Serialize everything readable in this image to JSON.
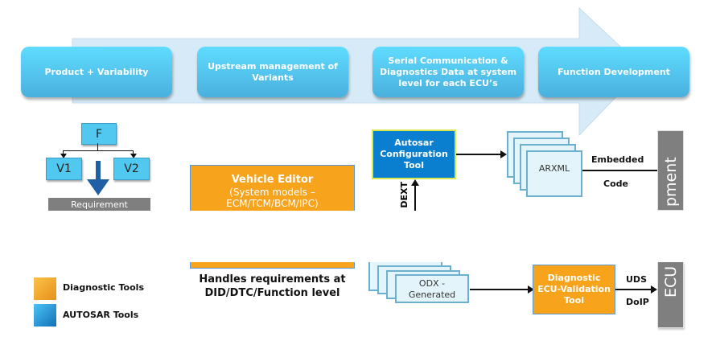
{
  "process_arrow": {
    "stages": [
      {
        "label": "Product + Variability"
      },
      {
        "label": "Upstream management of Variants"
      },
      {
        "label": "Serial Communication & Diagnostics Data at system level for each ECU’s"
      },
      {
        "label": "Function Development"
      }
    ]
  },
  "variability_tree": {
    "root": "F",
    "children": [
      "V1",
      "V2"
    ],
    "output_label": "Requirement"
  },
  "vehicle_editor": {
    "title": "Vehicle Editor",
    "subtitle_line1": "(System models –",
    "subtitle_line2": "ECM/TCM/BCM/IPC)",
    "caption_line1": "Handles requirements at",
    "caption_line2": "DID/DTC/Function level"
  },
  "autosar_tool": {
    "label": "Autosar Configuration Tool",
    "input_label": "DEXT"
  },
  "arxml": {
    "label": "ARXML",
    "output_label_top": "Embedded",
    "output_label_bottom": "Code"
  },
  "odx": {
    "label_line1": "ODX -",
    "label_line2": "Generated"
  },
  "diagnostic_tool": {
    "label_line1": "Diagnostic",
    "label_line2": "ECU-Validation",
    "label_line3": "Tool",
    "output_label_top": "UDS",
    "output_label_bottom": "DoIP"
  },
  "right_bars": {
    "top_label": "pment",
    "bottom_label": "ECU"
  },
  "legend": {
    "items": [
      {
        "label": "Diagnostic Tools",
        "color": "#f7a31c"
      },
      {
        "label": "AUTOSAR Tools",
        "color": "#1e8fd8"
      }
    ]
  },
  "colors": {
    "stage_blue": "#56c9f0",
    "arrow_light": "#d6ebf7",
    "orange": "#f7a31c",
    "autosar_blue": "#0b7fcf",
    "gray": "#7f7f7f"
  }
}
